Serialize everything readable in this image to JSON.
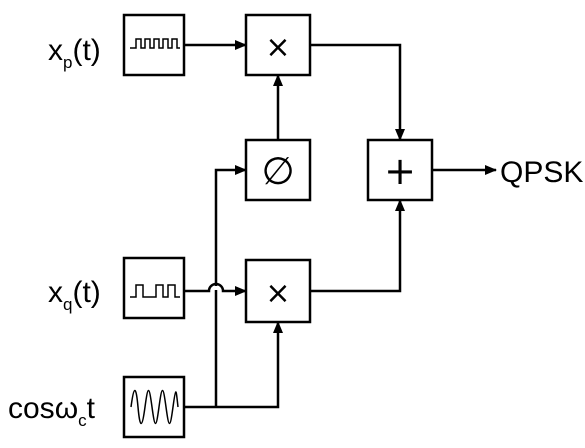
{
  "diagram": {
    "inputs": {
      "xp": {
        "main": "x",
        "sub": "p",
        "rest": "(t)"
      },
      "xq": {
        "main": "x",
        "sub": "q",
        "rest": "(t)"
      },
      "carrier": {
        "pre": "cos",
        "omega": "ω",
        "sub": "c",
        "post": "t"
      }
    },
    "blocks": {
      "mult_top": "×",
      "mult_bottom": "×",
      "phase_shift": "∅",
      "adder": "+"
    },
    "output": "QPSK",
    "icons": {
      "xp_source": "square-wave-icon",
      "xq_source": "pulse-wave-icon",
      "carrier_source": "sine-wave-icon"
    },
    "colors": {
      "stroke": "#000000",
      "background": "#ffffff"
    }
  }
}
